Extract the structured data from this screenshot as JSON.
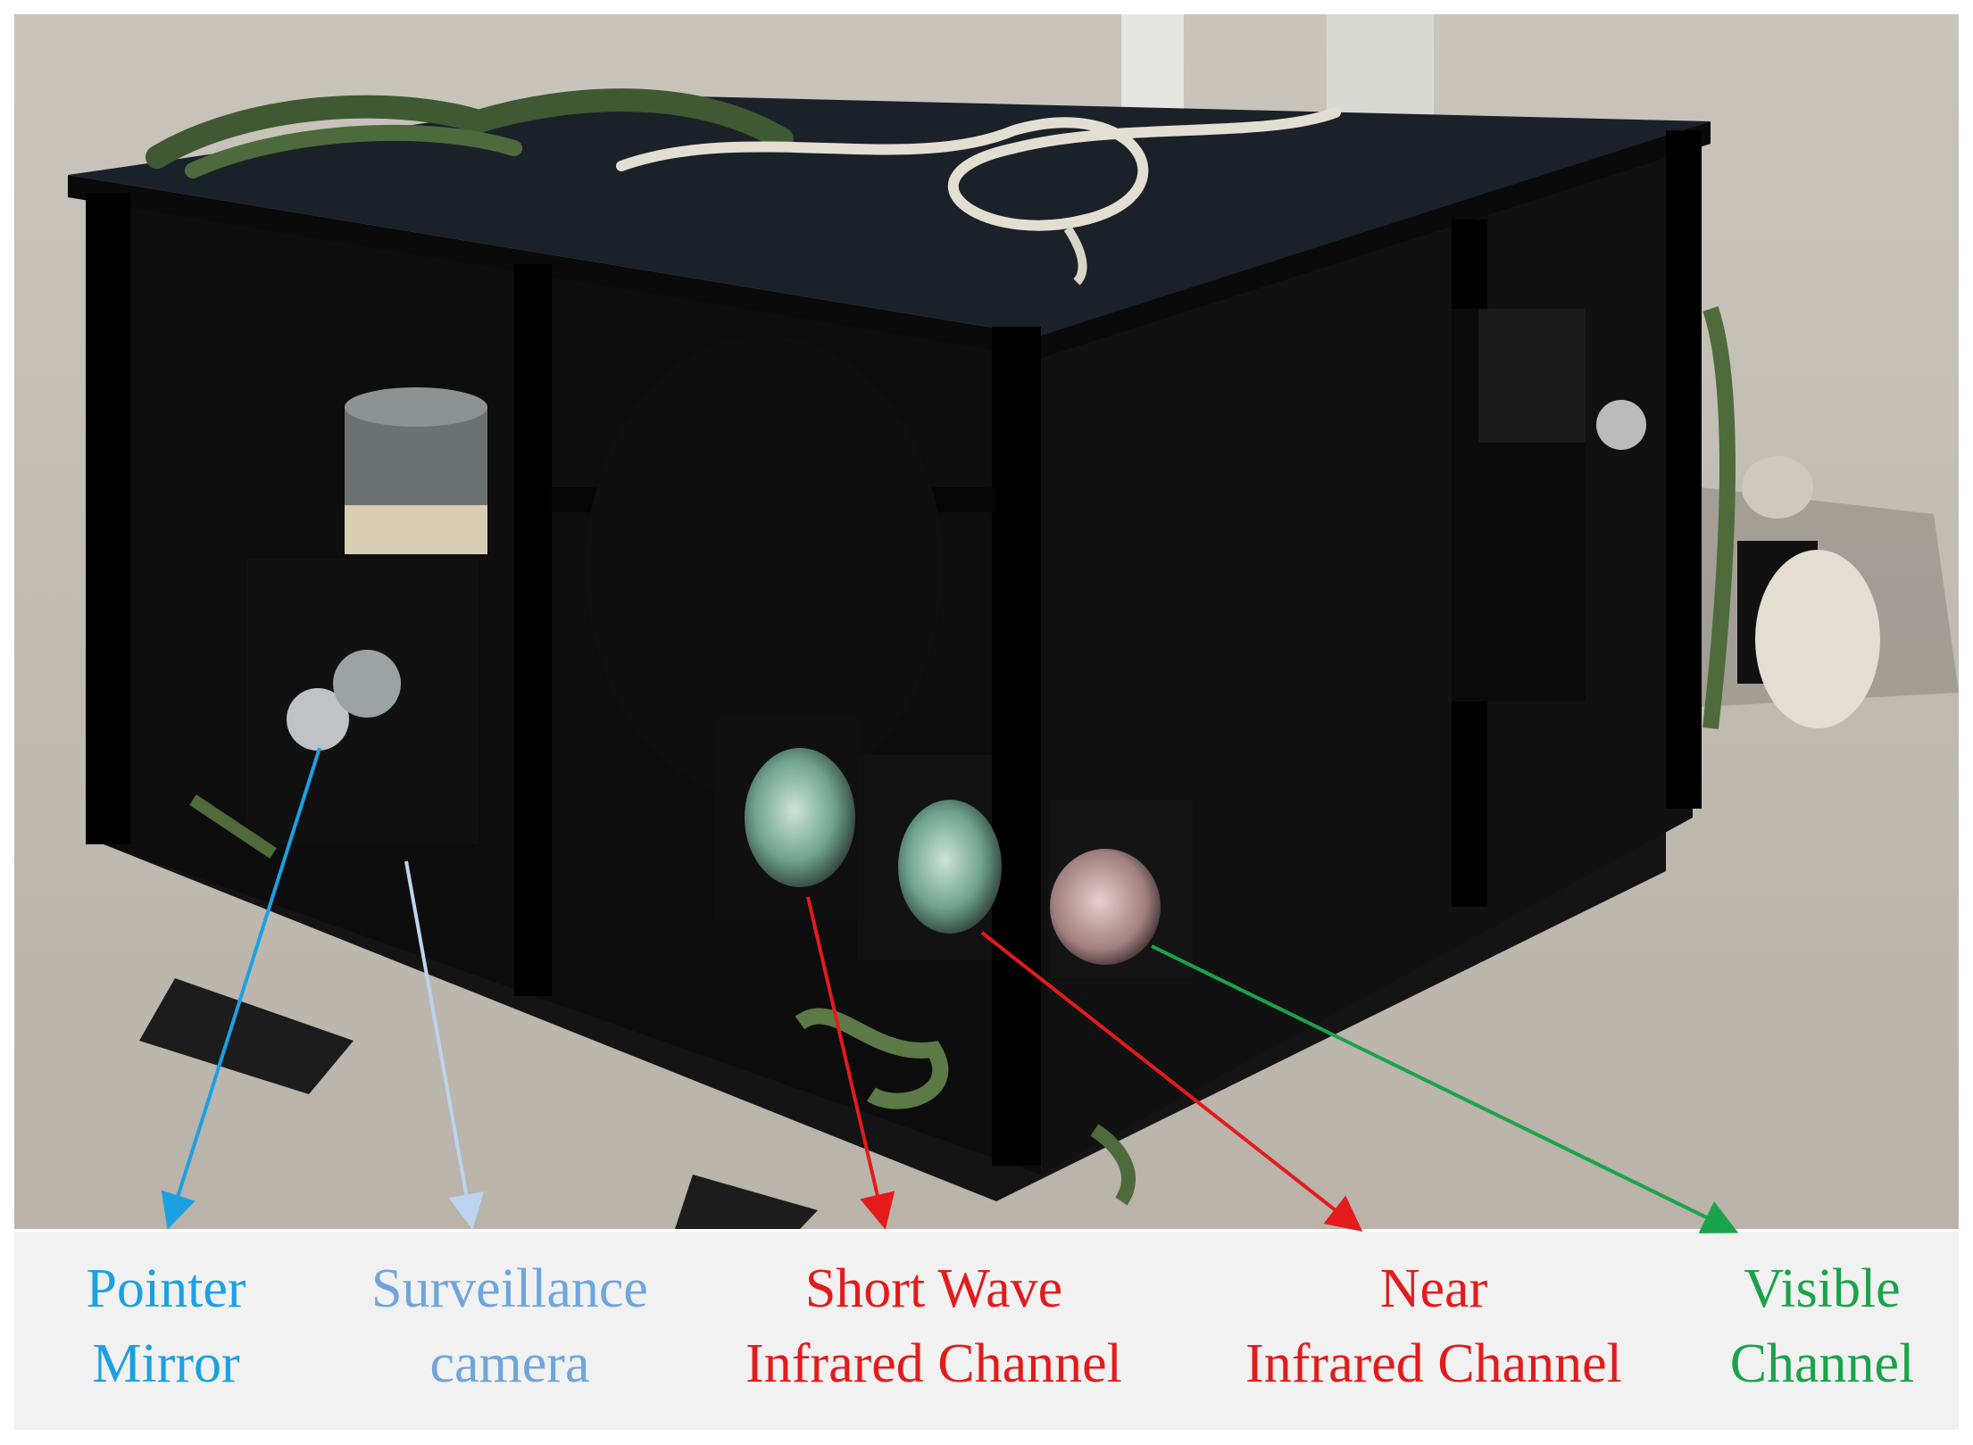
{
  "image": {
    "subject": "instrument-frame-photo"
  },
  "colors": {
    "pointer_mirror": "#1ba1e2",
    "surveillance_camera": "#6fa5dc",
    "surveillance_arrow": "#bcd4f0",
    "short_wave": "#e31b1b",
    "near_infrared": "#e31b1b",
    "visible": "#1aa34a",
    "caption_background": "#f1f1f1"
  },
  "labels": [
    {
      "id": "pointer-mirror",
      "lines": [
        "Pointer",
        "Mirror"
      ],
      "color_key": "pointer_mirror"
    },
    {
      "id": "surveillance-camera",
      "lines": [
        "Surveillance",
        "camera"
      ],
      "color_key": "surveillance_camera"
    },
    {
      "id": "short-wave-infrared-channel",
      "lines": [
        "Short Wave",
        "Infrared Channel"
      ],
      "color_key": "short_wave"
    },
    {
      "id": "near-infrared-channel",
      "lines": [
        "Near",
        "Infrared Channel"
      ],
      "color_key": "near_infrared"
    },
    {
      "id": "visible-channel",
      "lines": [
        "Visible",
        "Channel"
      ],
      "color_key": "visible"
    }
  ]
}
